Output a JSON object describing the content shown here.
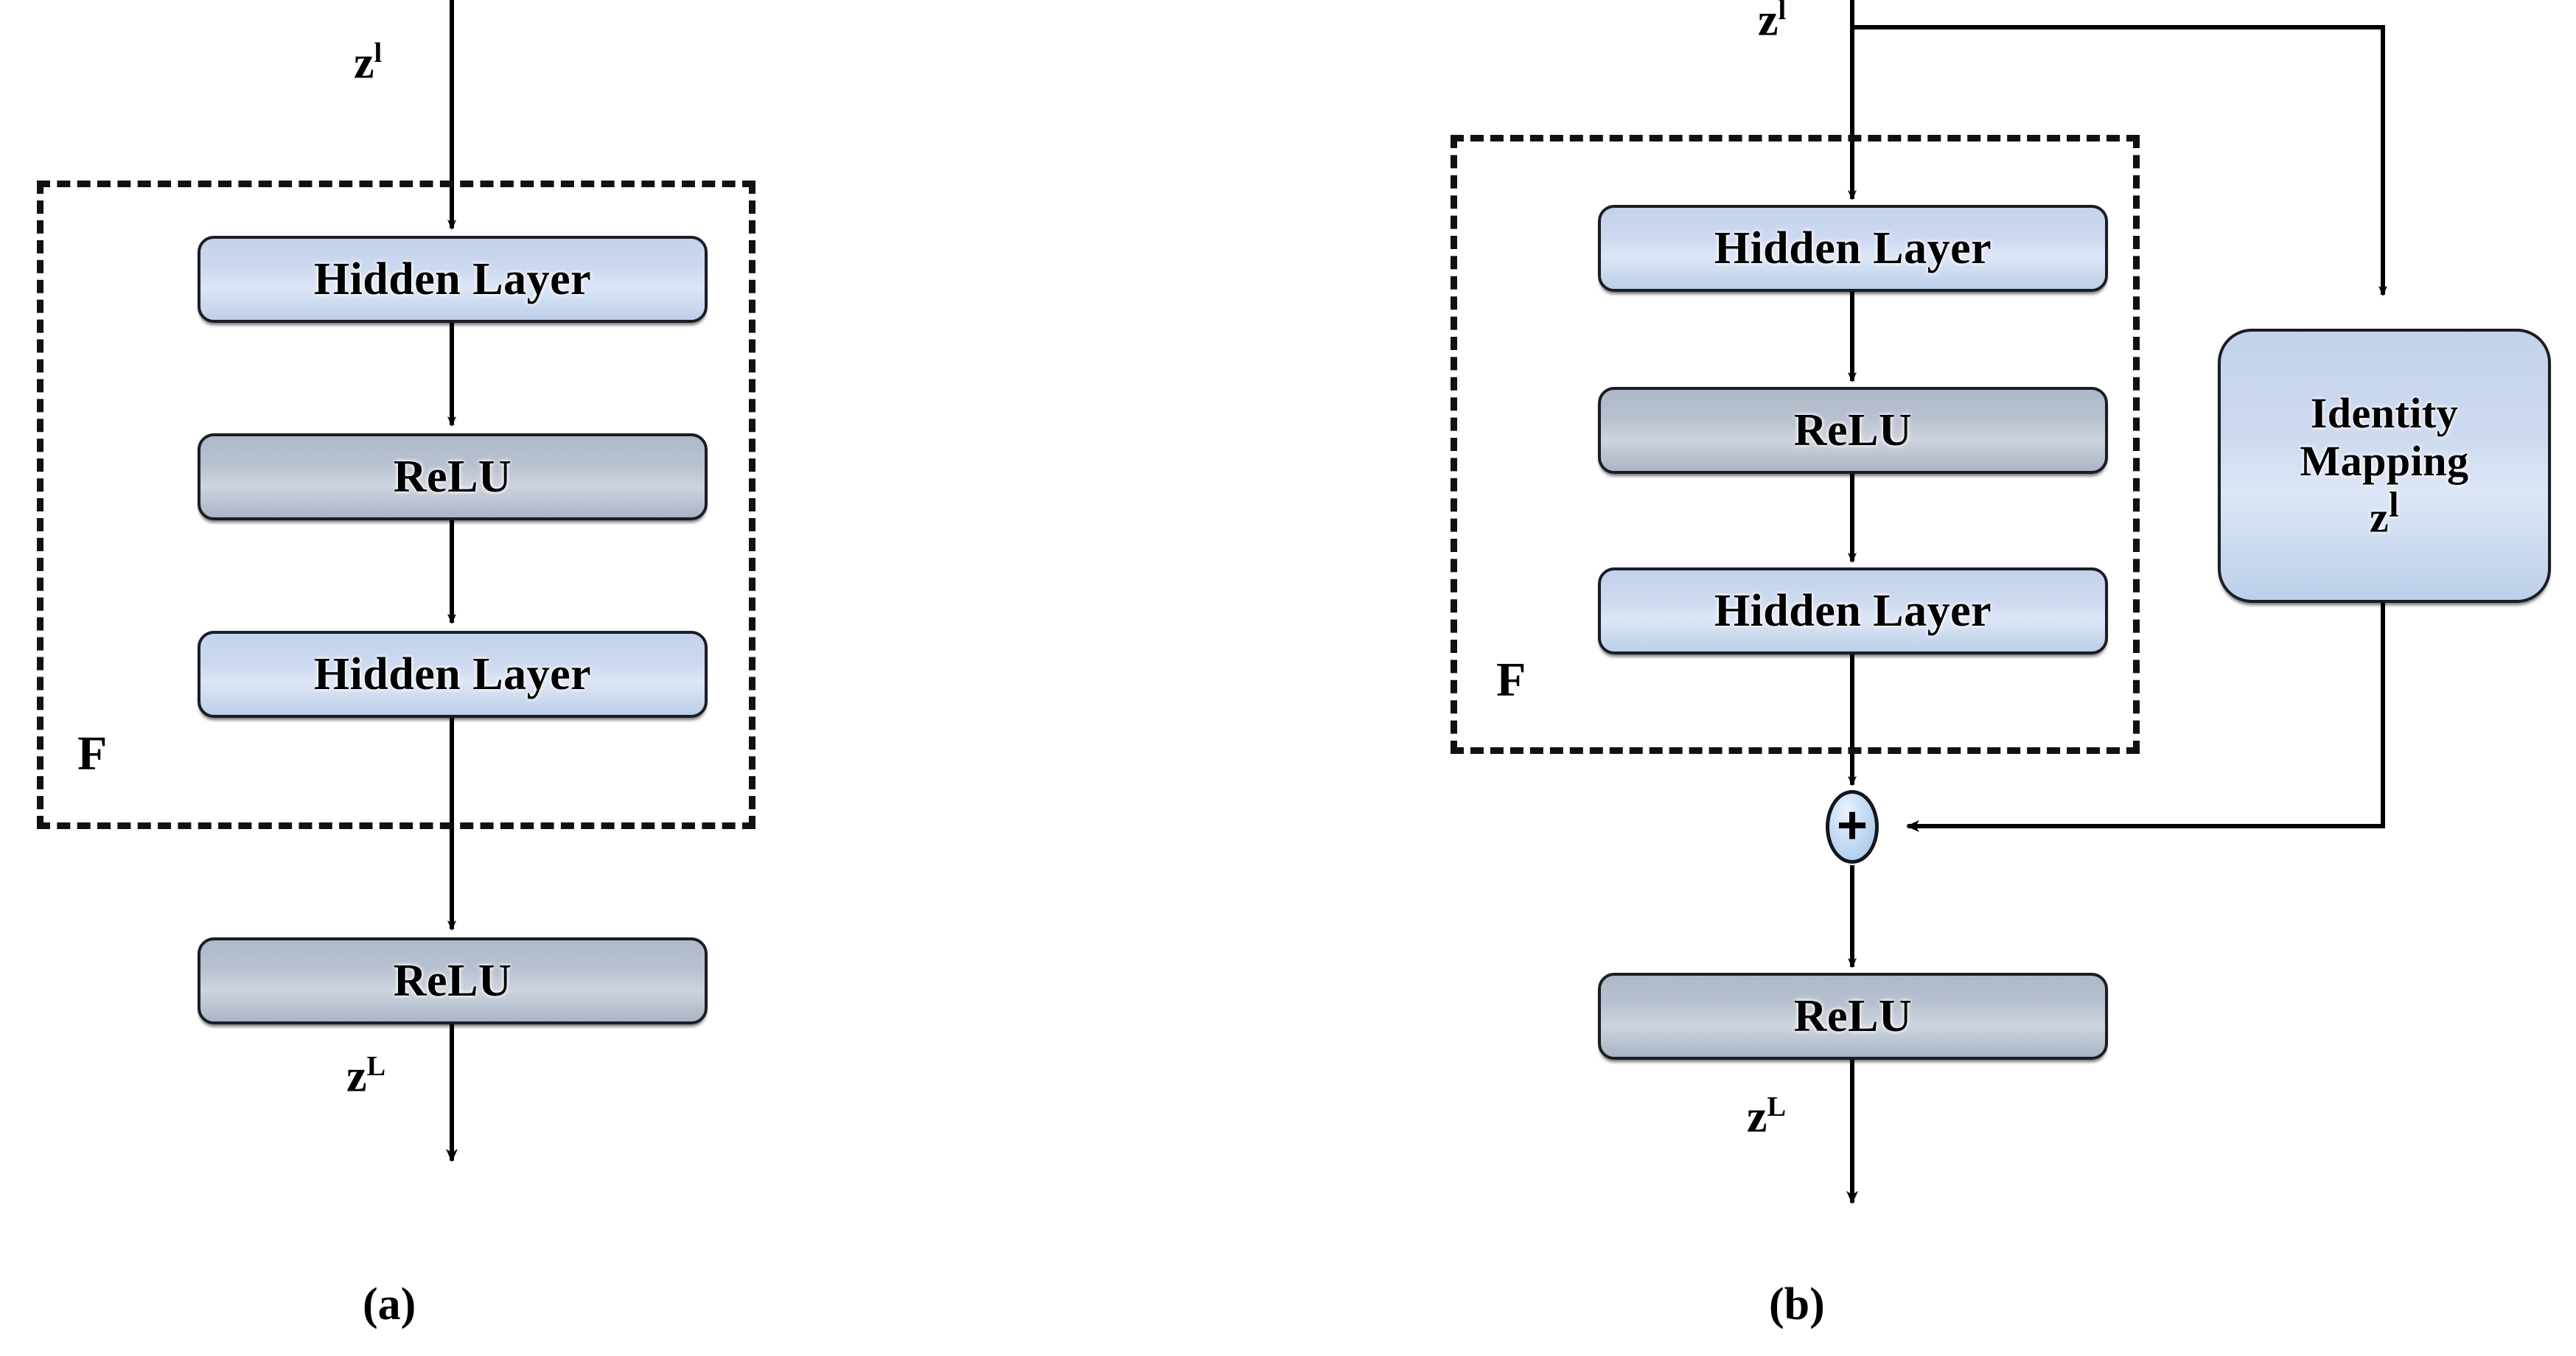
{
  "figure": {
    "panels": [
      {
        "id": "a",
        "caption": "(a)",
        "group_label": "F",
        "input_label_base": "z",
        "input_label_sup": "l",
        "output_label_base": "z",
        "output_label_sup": "L",
        "nodes": [
          {
            "label": "Hidden Layer",
            "type": "hidden-layer",
            "style": "blue"
          },
          {
            "label": "ReLU",
            "type": "relu",
            "style": "gray"
          },
          {
            "label": "Hidden Layer",
            "type": "hidden-layer",
            "style": "blue"
          },
          {
            "label": "ReLU",
            "type": "relu",
            "style": "gray"
          }
        ]
      },
      {
        "id": "b",
        "caption": "(b)",
        "group_label": "F",
        "input_label_base": "z",
        "input_label_sup": "l",
        "output_label_base": "z",
        "output_label_sup": "L",
        "nodes": [
          {
            "label": "Hidden Layer",
            "type": "hidden-layer",
            "style": "blue"
          },
          {
            "label": "ReLU",
            "type": "relu",
            "style": "gray"
          },
          {
            "label": "Hidden Layer",
            "type": "hidden-layer",
            "style": "blue"
          },
          {
            "label": "ReLU",
            "type": "relu",
            "style": "gray"
          }
        ],
        "identity_branch": {
          "line1": "Identity",
          "line2": "Mapping",
          "line3_base": "z",
          "line3_sup": "l",
          "style": "blue"
        },
        "junction": {
          "symbol": "+",
          "type": "addition"
        }
      }
    ],
    "colors": {
      "hidden_layer_fill": "#c7d5ed",
      "relu_fill": "#b4bdcb",
      "identity_fill": "#c3d3ee",
      "junction_fill": "#aed0ef",
      "stroke": "#121521",
      "dashed_border": "#111111",
      "background": "#ffffff"
    }
  }
}
